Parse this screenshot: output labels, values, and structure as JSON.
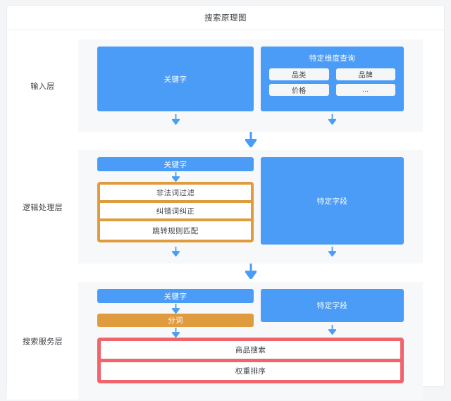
{
  "card": {
    "title": "搜索原理图"
  },
  "layers": [
    {
      "label": "输入层",
      "keyword_box": "关键字",
      "dimension_box": {
        "title": "特定维度查询",
        "chips": [
          "品类",
          "品牌",
          "价格",
          "..."
        ]
      }
    },
    {
      "label": "逻辑处理层",
      "keyword_box": "关键字",
      "orange_group": [
        "非法词过滤",
        "纠错词纠正",
        "跳转规则匹配"
      ],
      "field_box": "特定字段"
    },
    {
      "label": "搜索服务层",
      "keyword_box": "关键字",
      "segment_bar": "分词",
      "field_box": "特定字段",
      "red_group": [
        "商品搜索",
        "权重排序"
      ]
    }
  ],
  "colors": {
    "blue": "#4a9cf6",
    "orange": "#e09b3f",
    "red": "#f0646c",
    "panel_bg": "#f7f8fa",
    "page_bg": "#f4f5f7",
    "card_bg": "#ffffff"
  },
  "icons": {
    "arrow_down": "arrow-down-icon"
  }
}
